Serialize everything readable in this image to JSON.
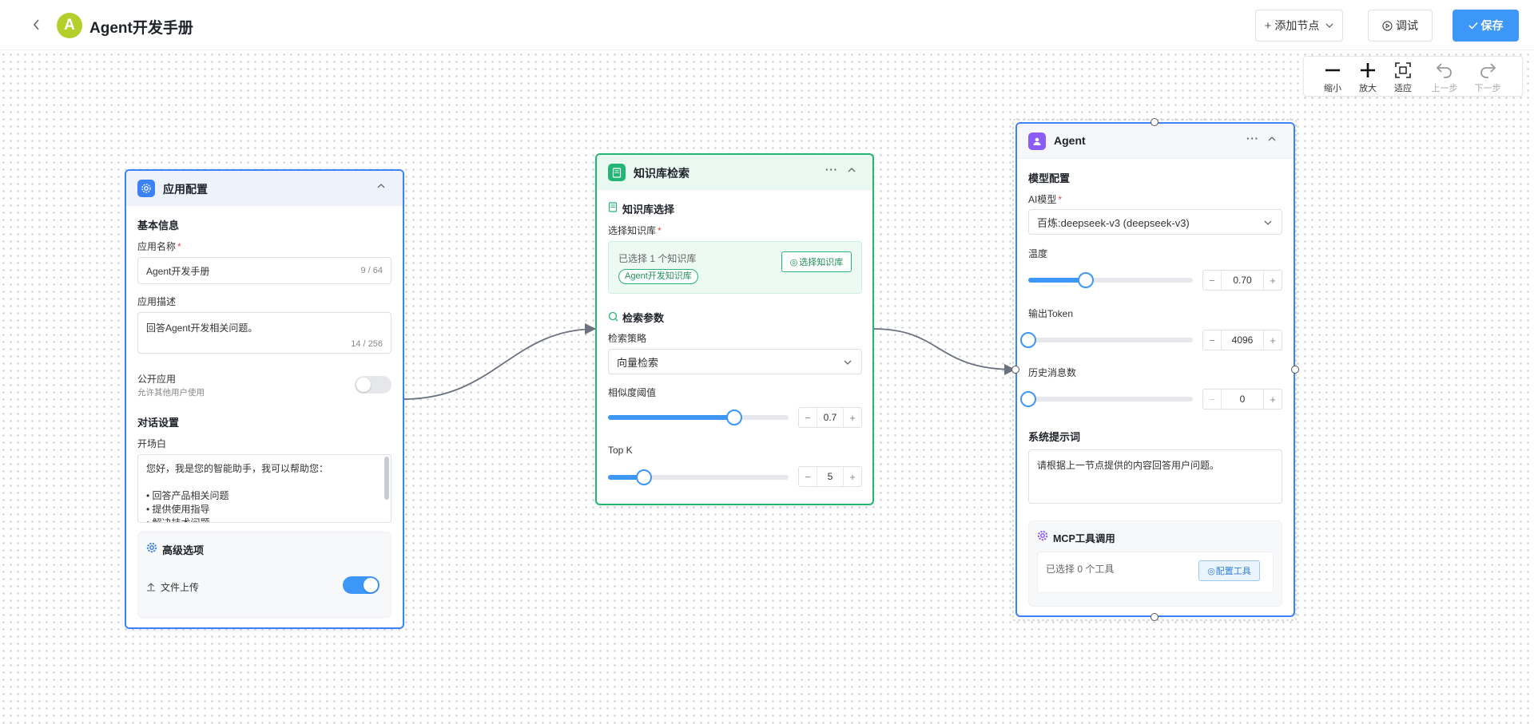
{
  "header": {
    "back_icon": "chevron-left-icon",
    "avatar_letter": "A",
    "title": "Agent开发手册",
    "add_node_label": "添加节点",
    "debug_label": "调试",
    "save_label": "保存"
  },
  "zoom_toolbar": {
    "zoom_out": "缩小",
    "zoom_in": "放大",
    "fit": "适应",
    "undo": "上一步",
    "redo": "下一步"
  },
  "app_config_node": {
    "title": "应用配置",
    "basic_info_title": "基本信息",
    "name_label": "应用名称",
    "name_value": "Agent开发手册",
    "name_count": "9 / 64",
    "desc_label": "应用描述",
    "desc_value": "回答Agent开发相关问题。",
    "desc_count": "14 / 256",
    "public_label": "公开应用",
    "public_sub": "允许其他用户使用",
    "public_enabled": false,
    "dialog_title": "对话设置",
    "opening_label": "开场白",
    "opening_lines": [
      "您好，我是您的智能助手，我可以帮助您：",
      "",
      "• 回答产品相关问题",
      "• 提供使用指导",
      "• 解决技术问题"
    ],
    "advanced_title": "高级选项",
    "file_upload_label": "文件上传",
    "file_upload_enabled": true
  },
  "kb_node": {
    "title": "知识库检索",
    "kb_select_title": "知识库选择",
    "select_kb_label": "选择知识库",
    "selected_text": "已选择 1 个知识库",
    "kb_tag": "Agent开发知识库",
    "select_kb_button": "选择知识库",
    "params_title": "检索参数",
    "strategy_label": "检索策略",
    "strategy_value": "向量检索",
    "threshold_label": "相似度阈值",
    "threshold_value": "0.7",
    "threshold_fraction": 0.7,
    "topk_label": "Top K",
    "topk_value": "5",
    "topk_fraction": 0.2
  },
  "agent_node": {
    "title": "Agent",
    "model_config_title": "模型配置",
    "ai_model_label": "AI模型",
    "ai_model_value": "百炼:deepseek-v3 (deepseek-v3)",
    "temperature_label": "温度",
    "temperature_value": "0.70",
    "temperature_fraction": 0.35,
    "output_token_label": "输出Token",
    "output_token_value": "4096",
    "output_token_fraction": 0.0,
    "history_label": "历史消息数",
    "history_value": "0",
    "history_fraction": 0.0,
    "system_prompt_title": "系统提示词",
    "system_prompt_value": "请根据上一节点提供的内容回答用户问题。",
    "mcp_title": "MCP工具调用",
    "mcp_selected_text": "已选择 0 个工具",
    "mcp_config_button": "配置工具"
  },
  "colors": {
    "primary": "#3d97f8",
    "app_node_border": "#3b82f6",
    "kb_node_border": "#22b573",
    "agent_icon": "#8b5cf6",
    "avatar": "#b4cf2c"
  }
}
